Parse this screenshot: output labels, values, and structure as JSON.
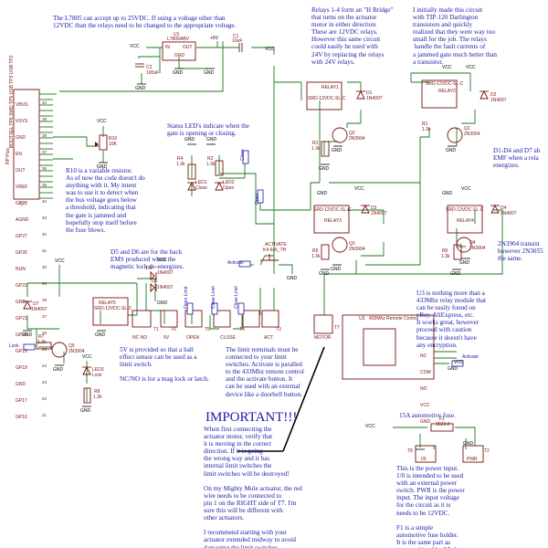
{
  "notes": {
    "l7805": "The L7805 can accept up to 25VDC. If using a voltage other than\n12VDC than the relays need to be changed to the appropriate voltage.",
    "relays": "Relays 1-4 form an \"H Bridge\"\nthat turns on the actuator\nmotor in either direction.\nThese are 12VDC relays.\nHowever this same circuit\ncould easily be used with\n24V by replacing the relays\nwith 24V relays.",
    "tip120": "I initially made this circuit\nwith TIP-120 Darlington\ntransistors and quickly\nrealized that they were way too\nsmall for the job. The relays\n handle the fault currents of\na jammed gate much better than\na transistor.",
    "status_leds": "Status LED's indicate when the\ngate is opening or closing.",
    "r10": "R10 is a variable resistor.\nAs of now the code doesn't do\nanything with it. My intent\nwas to use it to detect when\nthe bus voltage goes below\na threshold, indicating that\nthe gate is jammed and\nhopefully stop itself before\nthe fuse blows.",
    "d1d4": "D1-D4 and D7 ab\nEMF when a rela\nenergizes.",
    "d5d6": "D5 and D6 are for the back\nEMS produced when the\nmagnetic lock de-energizes.",
    "n2n3904": "2N3904 transist\nhowever 2N3055\nthe same.",
    "u3": "U3 is nothing more than a\n433Mhz relay module that\ncan be easily found on\neBay, AliExpress, etc.\nIt works great, however\nproceed with caution\nbecause it doesn't have\nany encryption.",
    "five_v": "5V is provided so that a hall\neffect sensor can be used as a\nlimit switch.\n\nNC/NO is for a mag lock or latch.",
    "limit": "The limit terminals must be\nconnected to your limit\nswitches. Activate is paralled\nto the 433Mhz remote control\nand the activate button. It\ncan be used with an external\ndevice like a doorbell button.",
    "important_title": "IMPORTANT!!!",
    "important_body": "When first connecting the\nactuator motor, verify that\nit is moving in the correct\ndirection. If it is going\nthe wrong way and it has\ninternal limit switches the\nlimit switches will be destroyed!\n\nOn my Mighty Mule actuator, the red\nwire needs to be connected to\npin 1 on the RIGHT side of T7. I'm\nsure this will be different with\nother actuators.\n\nI recommend starting with your\nactuator extended midway to avoid\ndamaging the limit switches.",
    "fuse": "15A automotive fuse.",
    "power": "This is the power input.\n1/0 is intended to be used\nwith an external power\nswitch. PWR is the power\ninput. The input voltage\nfor the circuit as it is\nneeds to be 12VDC.\n\nF1 is a simple\nautomotive fuse holder.\nIt is the same part as\nwas used in older Mighty\nMule gate openers."
  },
  "labels": {
    "vcc": "VCC",
    "gnd": "GND",
    "plus5v": "+5V",
    "u1": "U1",
    "u1_part": "L7805ABV",
    "u1_in": "IN",
    "u1_out": "OUT",
    "u1_gnd": "GND",
    "c1": "C1",
    "c1_val": "10uF",
    "c2": "C2",
    "c2_val": "100uF",
    "pico_pins": [
      "VBUS",
      "VSYS",
      "GND",
      "EN",
      "OUT",
      "VREF",
      "GP28",
      "AGND",
      "GP27",
      "GP26",
      "RUN",
      "GP22",
      "GND",
      "GP21",
      "GP20",
      "GP19",
      "GP18",
      "GND",
      "GP17",
      "GP16"
    ],
    "pico_nums": [
      "40",
      "39",
      "38",
      "37",
      "36",
      "35",
      "34",
      "33",
      "32",
      "31",
      "30",
      "29",
      "28",
      "27",
      "26",
      "25",
      "24",
      "23",
      "22",
      "21"
    ],
    "pico_side": [
      "BOOTSEL TP6",
      "SWD TP5",
      "USB TP3",
      "USB TP2"
    ],
    "pico_u": "U",
    "pico_rp": "RP Pico",
    "r10": "R10",
    "r10_val": "10K",
    "r1": "R1",
    "r2": "R2",
    "r3": "R3",
    "r4": "R4",
    "r5": "R5",
    "r6": "R6",
    "r7": "R7",
    "r8": "R8",
    "r_13k": "1.3k",
    "led1": "LED1",
    "led1_t": "Close",
    "led2": "LED2",
    "led2_t": "Open",
    "led3": "LED3",
    "led3_t": "Lock",
    "close": "Close",
    "open": "Open",
    "relay1": "RELAY1",
    "relay2": "RELAY2",
    "relay3": "RELAY3",
    "relay4": "RELAY4",
    "relay5": "RELAY5",
    "relay_part": "SRD-12VDC-SL-C",
    "d1": "D1",
    "d2": "D2",
    "d3": "D3",
    "d4": "D4",
    "d5": "D5",
    "d6": "D6",
    "d7": "D7",
    "diode_part": "1N4007",
    "q1": "Q1",
    "q2": "Q2",
    "q3": "Q3",
    "q4": "Q4",
    "q5": "Q5",
    "q_part": "2N3904",
    "activate_btn": "ACTIVATE",
    "activate_part": "K4-6x6_TH",
    "activate": "Activate",
    "open_limit": "Open Limit",
    "close_limit": "Close Limit",
    "t1": "T1",
    "t2": "T2",
    "t3": "T3",
    "t4": "T4",
    "t5": "T5",
    "t6": "T6",
    "t7": "T7",
    "t8": "T8",
    "t_nc_no": "NC NO",
    "t_5v": "5V",
    "t_open": "OPEN",
    "t_close": "CLOSE",
    "t_act": "ACT",
    "t_motor": "MOTOR",
    "u3": "U3",
    "u3_title": "433Mhz Remote Control",
    "u3_pins": [
      "NC",
      "COM",
      "NO",
      "VCC",
      "GND"
    ],
    "lock": "Lock",
    "f1": "F1",
    "f1_part": "3522-2",
    "i0": "I/0",
    "pwr": "PWR"
  }
}
